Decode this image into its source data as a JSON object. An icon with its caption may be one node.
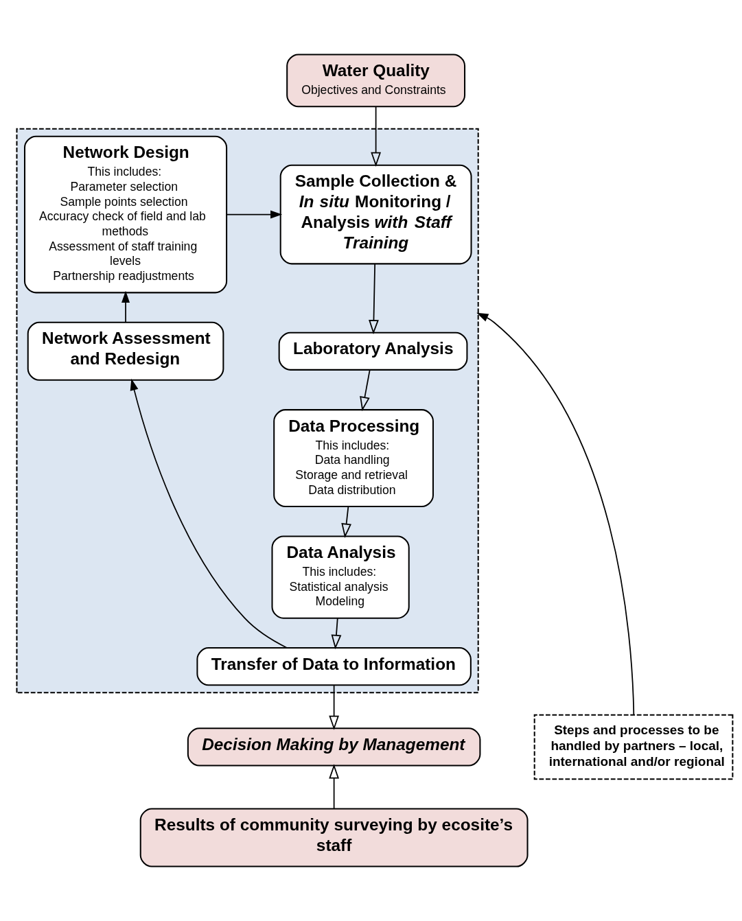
{
  "diagram": {
    "nodes": [
      {
        "text": [
          "Water Quality",
          "Objectives and Constraints"
        ]
      },
      {
        "text": [],
        "shape": "box"
      },
      {
        "text": [
          "Network Design",
          "This includes:",
          "Parameter selection",
          "Sample points selection",
          "Accuracy check of field and lab methods",
          "Assessment of staff training levels",
          "Partnership readjustments"
        ],
        "in": 1
      },
      {
        "text": [
          "Sample Collection & *In situ* Monitoring / Analysis *with Staff Training*"
        ],
        "in": 1
      },
      {
        "text": [
          "Laboratory Analysis"
        ],
        "in": 1
      },
      {
        "text": [
          "Network Assessment and Redesign"
        ],
        "in": 1
      },
      {
        "text": [
          "Data Processing",
          "This includes:",
          "Data handling",
          "Storage and retrieval",
          "Data distribution"
        ],
        "in": 1
      },
      {
        "text": [
          "Data Analysis",
          "This includes:",
          "Statistical analysis",
          "Modeling"
        ],
        "in": 1
      },
      {
        "text": [
          "Transfer of Data to Information"
        ],
        "in": 1
      },
      {
        "text": [
          "Steps and processes to be handled by partners – local, international and/or regional"
        ]
      },
      {
        "text": [
          "Decision Making by Management"
        ]
      },
      {
        "text": [
          "Results of community surveying by ecosite’s staff"
        ]
      }
    ],
    "edges": [
      {
        "from": 0,
        "to": 3,
        "arrow": "to"
      },
      {
        "from": 2,
        "to": 3,
        "arrow": "to"
      },
      {
        "from": 3,
        "to": 4,
        "arrow": "to"
      },
      {
        "from": 4,
        "to": 6,
        "arrow": "to"
      },
      {
        "from": 6,
        "to": 7,
        "arrow": "to"
      },
      {
        "from": 7,
        "to": 8,
        "arrow": "to"
      },
      {
        "from": 8,
        "to": 5,
        "arrow": "to"
      },
      {
        "from": 5,
        "to": 2,
        "arrow": "to"
      },
      {
        "from": 8,
        "to": 10,
        "arrow": "to"
      },
      {
        "from": 11,
        "to": 10,
        "arrow": "to"
      },
      {
        "from": 9,
        "to": 1,
        "arrow": "to"
      }
    ]
  }
}
